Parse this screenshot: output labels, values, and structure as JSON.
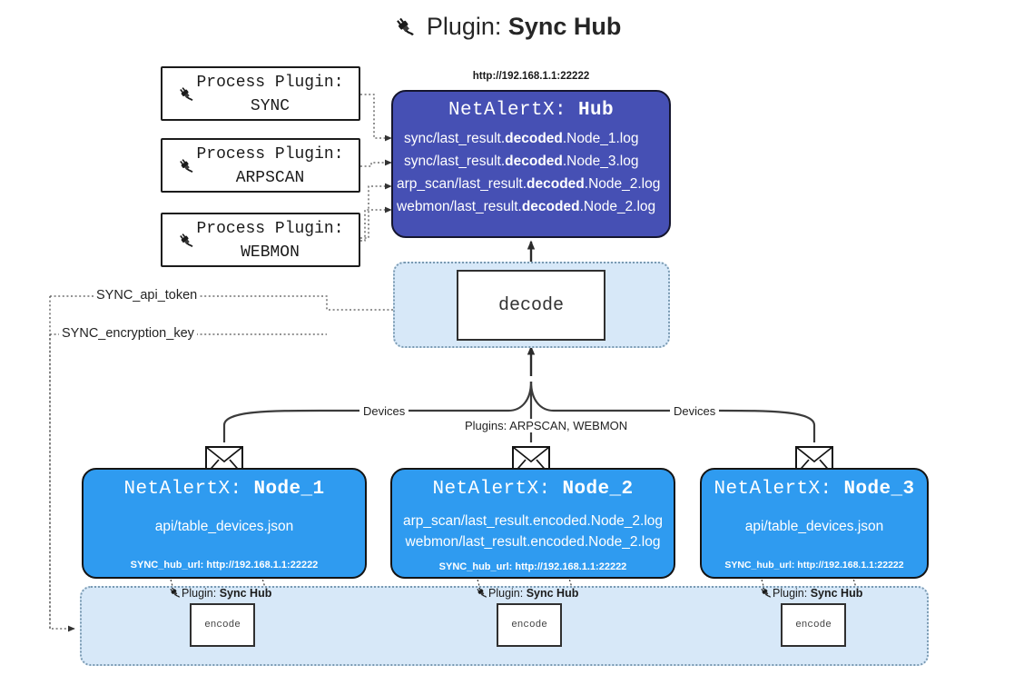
{
  "title": {
    "icon": "plug-icon",
    "prefix": "Plugin: ",
    "name": "Sync Hub"
  },
  "process_plugins": [
    {
      "line1": "Process Plugin:",
      "line2": "SYNC"
    },
    {
      "line1": "Process Plugin:",
      "line2": "ARPSCAN"
    },
    {
      "line1": "Process Plugin:",
      "line2": "WEBMON"
    }
  ],
  "hub": {
    "url": "http://192.168.1.1:22222",
    "title_prefix": "NetAlertX: ",
    "title_name": "Hub",
    "logs": [
      {
        "pre": "sync/last_result.",
        "mid": "decoded",
        "post": ".Node_1.log"
      },
      {
        "pre": "sync/last_result.",
        "mid": "decoded",
        "post": ".Node_3.log"
      },
      {
        "pre": "arp_scan/last_result.",
        "mid": "decoded",
        "post": ".Node_2.log"
      },
      {
        "pre": "webmon/last_result.",
        "mid": "decoded",
        "post": ".Node_2.log"
      }
    ]
  },
  "decode": {
    "label": "decode"
  },
  "tokens": {
    "api": "SYNC_api_token",
    "key": "SYNC_encryption_key"
  },
  "wire_labels": {
    "devices_left": "Devices",
    "devices_right": "Devices",
    "plugins_mid": "Plugins: ARPSCAN, WEBMON"
  },
  "nodes": [
    {
      "title_prefix": "NetAlertX: ",
      "title_name": "Node_1",
      "lines": [
        "api/table_devices.json"
      ],
      "foot": "SYNC_hub_url: http://192.168.1.1:22222"
    },
    {
      "title_prefix": "NetAlertX: ",
      "title_name": "Node_2",
      "lines": [
        "arp_scan/last_result.encoded.Node_2.log",
        "webmon/last_result.encoded.Node_2.log"
      ],
      "foot": "SYNC_hub_url: http://192.168.1.1:22222"
    },
    {
      "title_prefix": "NetAlertX: ",
      "title_name": "Node_3",
      "lines": [
        "api/table_devices.json"
      ],
      "foot": "SYNC_hub_url: http://192.168.1.1:22222"
    }
  ],
  "encoders": [
    {
      "plugin_prefix": "Plugin: ",
      "plugin_name": "Sync Hub",
      "label": "encode"
    },
    {
      "plugin_prefix": "Plugin: ",
      "plugin_name": "Sync Hub",
      "label": "encode"
    },
    {
      "plugin_prefix": "Plugin: ",
      "plugin_name": "Sync Hub",
      "label": "encode"
    }
  ],
  "colors": {
    "hub": "#4650b4",
    "node": "#2f9bf0",
    "container": "#d7e8f8",
    "line": "#3b3b3b",
    "text": "#222222"
  }
}
